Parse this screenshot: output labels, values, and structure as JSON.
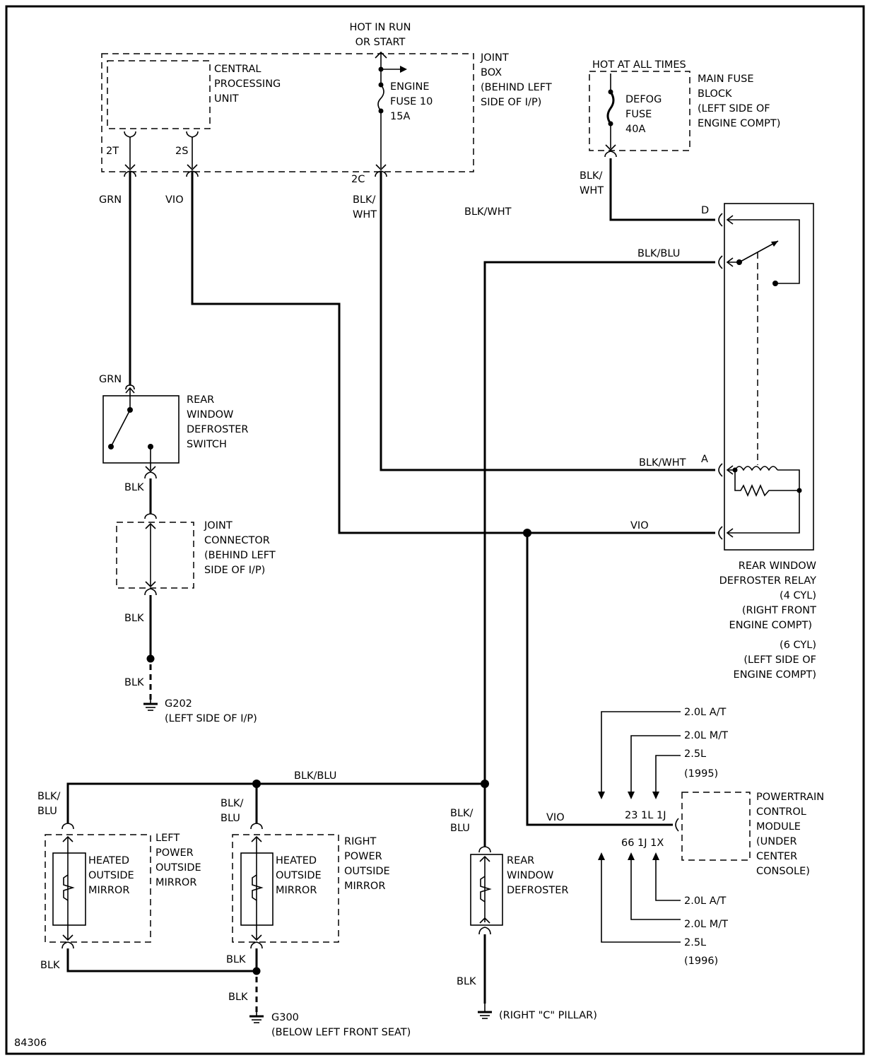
{
  "figure_id": "84306",
  "cpu": {
    "name": [
      "CENTRAL",
      "PROCESSING",
      "UNIT"
    ]
  },
  "joint_box": {
    "feed": [
      "HOT IN RUN",
      "OR START"
    ],
    "name": [
      "JOINT",
      "BOX",
      "(BEHIND LEFT",
      "SIDE OF I/P)"
    ],
    "fuse": [
      "ENGINE",
      "FUSE 10",
      "15A"
    ],
    "pins": {
      "cpu_a": "2T",
      "cpu_b": "2S",
      "fuse": "2C"
    }
  },
  "main_fuse_block": {
    "feed": "HOT AT ALL TIMES",
    "name": [
      "MAIN FUSE",
      "BLOCK",
      "(LEFT SIDE OF",
      "ENGINE COMPT)"
    ],
    "fuse": [
      "DEFOG",
      "FUSE",
      "40A"
    ]
  },
  "wires": {
    "grn": "GRN",
    "vio": "VIO",
    "blk": "BLK",
    "blk_wht": "BLK/WHT",
    "blk_wht_split": [
      "BLK/",
      "WHT"
    ],
    "blk_blu": "BLK/BLU",
    "blk_blu_split": [
      "BLK/",
      "BLU"
    ]
  },
  "relay": {
    "pins": {
      "d": "D",
      "a": "A"
    },
    "name": [
      "REAR WINDOW",
      "DEFROSTER RELAY",
      "(4 CYL)",
      "(RIGHT FRONT",
      "ENGINE COMPT)"
    ],
    "name_6cyl": [
      "(6 CYL)",
      "(LEFT SIDE OF",
      "ENGINE COMPT)"
    ]
  },
  "switch": {
    "name": [
      "REAR",
      "WINDOW",
      "DEFROSTER",
      "SWITCH"
    ]
  },
  "joint_connector": {
    "name": [
      "JOINT",
      "CONNECTOR",
      "(BEHIND LEFT",
      "SIDE OF I/P)"
    ]
  },
  "ground_g202": {
    "id": "G202",
    "location": "(LEFT SIDE OF I/P)"
  },
  "ground_g300": {
    "id": "G300",
    "location": "(BELOW LEFT FRONT SEAT)"
  },
  "ground_pillar": {
    "location": "(RIGHT \"C\" PILLAR)"
  },
  "pcm": {
    "name": [
      "POWERTRAIN",
      "CONTROL",
      "MODULE",
      "(UNDER",
      "CENTER",
      "CONSOLE)"
    ],
    "pins_top": "23 1L 1J",
    "pins_bottom": "66 1J 1X",
    "variants_top": [
      "2.0L A/T",
      "2.0L M/T",
      "2.5L",
      "(1995)"
    ],
    "variants_bottom": [
      "2.0L A/T",
      "2.0L M/T",
      "2.5L",
      "(1996)"
    ]
  },
  "mirror_left": {
    "element": [
      "HEATED",
      "OUTSIDE",
      "MIRROR"
    ],
    "name": [
      "LEFT",
      "POWER",
      "OUTSIDE",
      "MIRROR"
    ]
  },
  "mirror_right": {
    "element": [
      "HEATED",
      "OUTSIDE",
      "MIRROR"
    ],
    "name": [
      "RIGHT",
      "POWER",
      "OUTSIDE",
      "MIRROR"
    ]
  },
  "defroster": {
    "name": [
      "REAR",
      "WINDOW",
      "DEFROSTER"
    ]
  }
}
